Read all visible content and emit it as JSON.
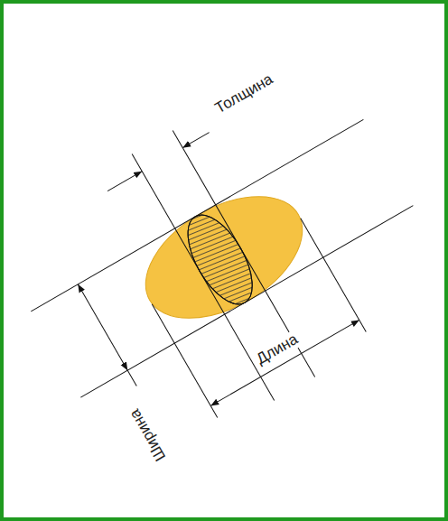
{
  "diagram": {
    "labels": [
      "Толщина",
      "Длина",
      "Ширина"
    ]
  }
}
